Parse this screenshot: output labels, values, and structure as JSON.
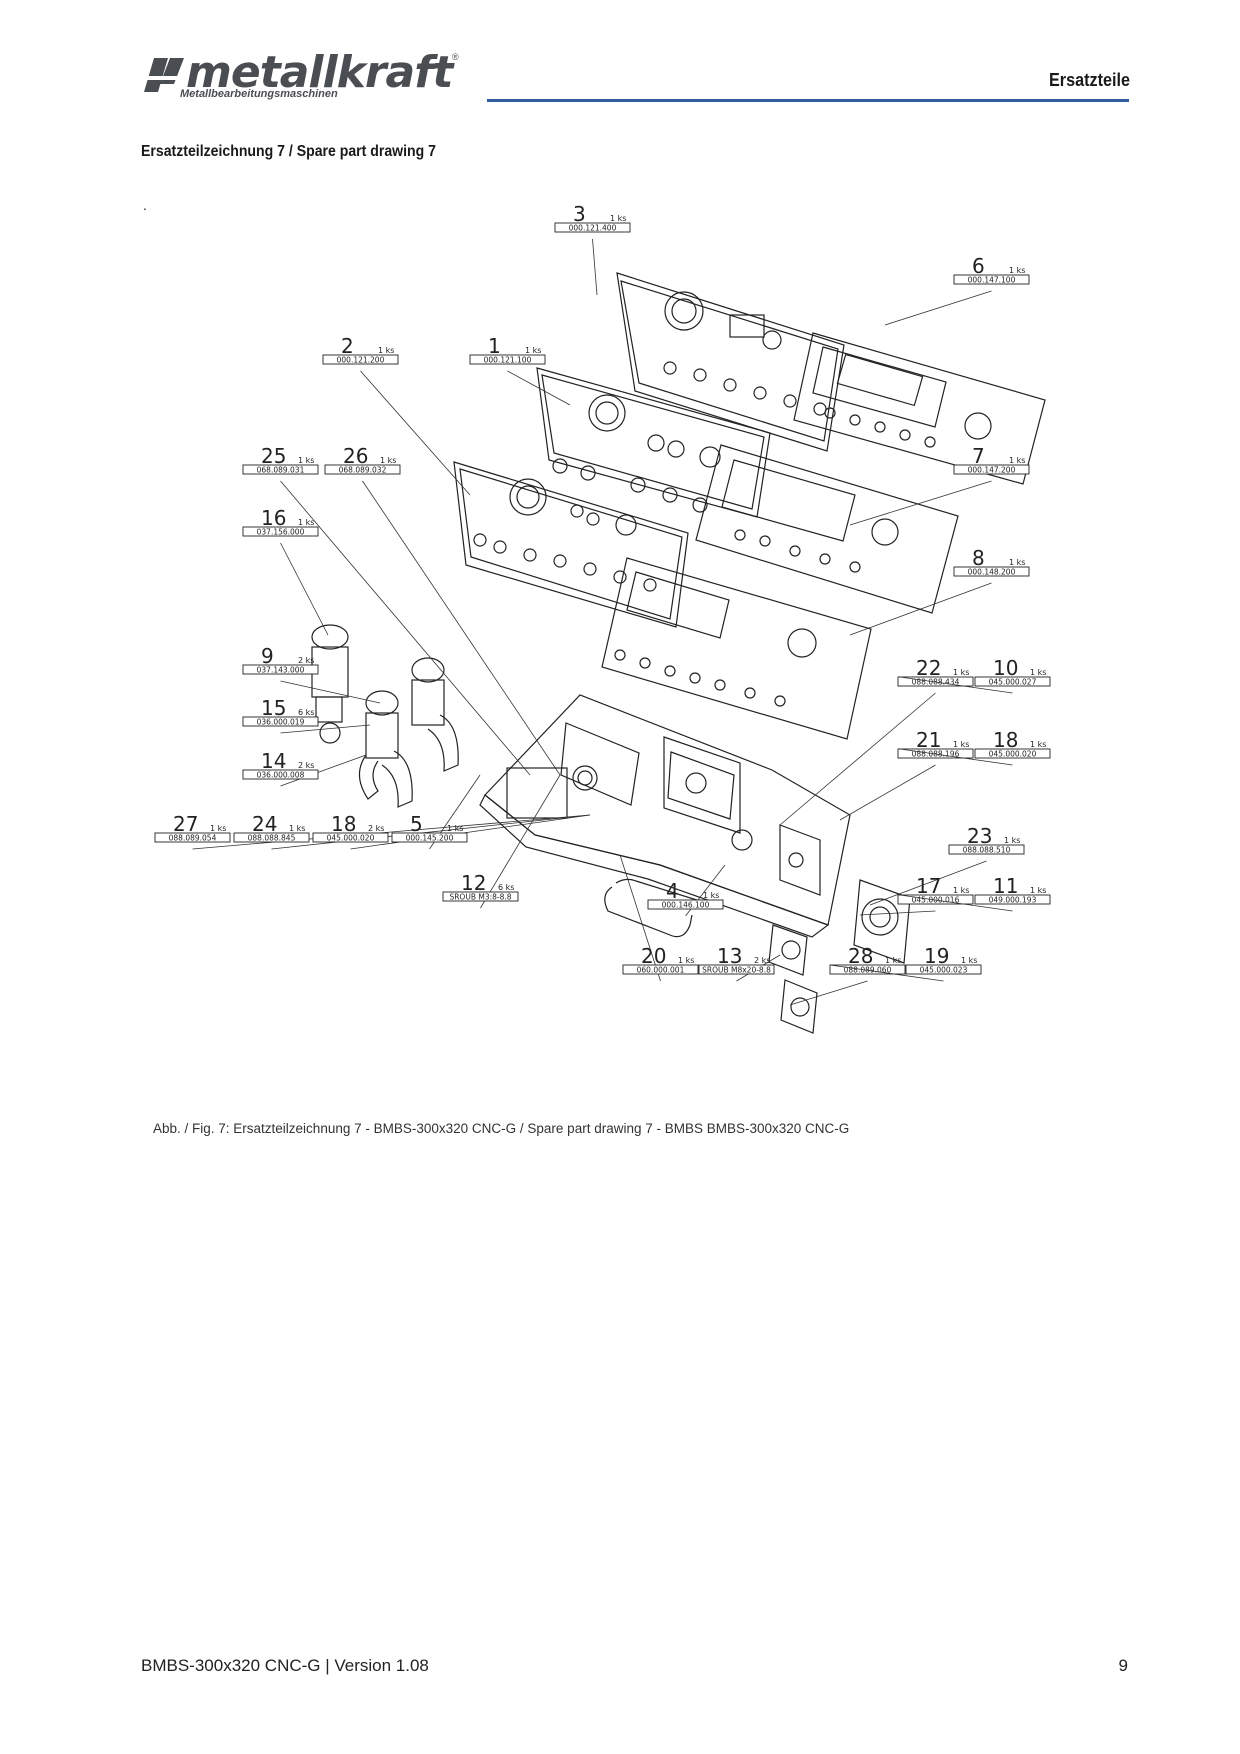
{
  "header": {
    "brand": "metallkraft",
    "registered_mark": "®",
    "brand_subtitle": "Metallbearbeitungsmaschinen",
    "section_title": "Ersatzteile",
    "accent_color": "#2f5f9e"
  },
  "page_heading": "Ersatzteilzeichnung 7 / Spare part drawing 7",
  "stray_dot": ".",
  "callouts": [
    {
      "no": "3",
      "qty": "1 ks",
      "code": "000.121.400"
    },
    {
      "no": "6",
      "qty": "1 ks",
      "code": "000.147.100"
    },
    {
      "no": "2",
      "qty": "1 ks",
      "code": "000.121.200"
    },
    {
      "no": "1",
      "qty": "1 ks",
      "code": "000.121.100"
    },
    {
      "no": "25",
      "qty": "1 ks",
      "code": "068.089.031"
    },
    {
      "no": "26",
      "qty": "1 ks",
      "code": "068.089.032"
    },
    {
      "no": "7",
      "qty": "1 ks",
      "code": "000.147.200"
    },
    {
      "no": "16",
      "qty": "1 ks",
      "code": "037.156.000"
    },
    {
      "no": "8",
      "qty": "1 ks",
      "code": "000.148.200"
    },
    {
      "no": "22",
      "qty": "1 ks",
      "code": "088.088.434"
    },
    {
      "no": "10",
      "qty": "1 ks",
      "code": "045.000.027"
    },
    {
      "no": "9",
      "qty": "2 ks",
      "code": "037.143.000"
    },
    {
      "no": "15",
      "qty": "6 ks",
      "code": "036.000.019"
    },
    {
      "no": "21",
      "qty": "1 ks",
      "code": "088.088.196"
    },
    {
      "no": "18",
      "qty": "1 ks",
      "code": "045.000.020"
    },
    {
      "no": "14",
      "qty": "2 ks",
      "code": "036.000.008"
    },
    {
      "no": "27",
      "qty": "1 ks",
      "code": "088.089.054"
    },
    {
      "no": "24",
      "qty": "1 ks",
      "code": "088.088.845"
    },
    {
      "no": "18",
      "qty": "2 ks",
      "code": "045.000.020"
    },
    {
      "no": "5",
      "qty": "1 ks",
      "code": "000.145.200"
    },
    {
      "no": "23",
      "qty": "1 ks",
      "code": "088.088.510"
    },
    {
      "no": "12",
      "qty": "6 ks",
      "code": "SROUB M3:8-8.8"
    },
    {
      "no": "4",
      "qty": "1 ks",
      "code": "000.146.100"
    },
    {
      "no": "17",
      "qty": "1 ks",
      "code": "045.000.016"
    },
    {
      "no": "11",
      "qty": "1 ks",
      "code": "049.000.193"
    },
    {
      "no": "20",
      "qty": "1 ks",
      "code": "060.000.001"
    },
    {
      "no": "13",
      "qty": "2 ks",
      "code": "SROUB M8x20-8.8"
    },
    {
      "no": "28",
      "qty": "1 ks",
      "code": "088.089.060"
    },
    {
      "no": "19",
      "qty": "1 ks",
      "code": "045.000.023"
    }
  ],
  "caption": "Abb. / Fig. 7: Ersatzteilzeichnung 7 - BMBS-300x320 CNC-G  / Spare part drawing 7 - BMBS BMBS-300x320 CNC-G",
  "footer": {
    "left": "BMBS-300x320 CNC-G | Version 1.08",
    "page_number": "9"
  }
}
